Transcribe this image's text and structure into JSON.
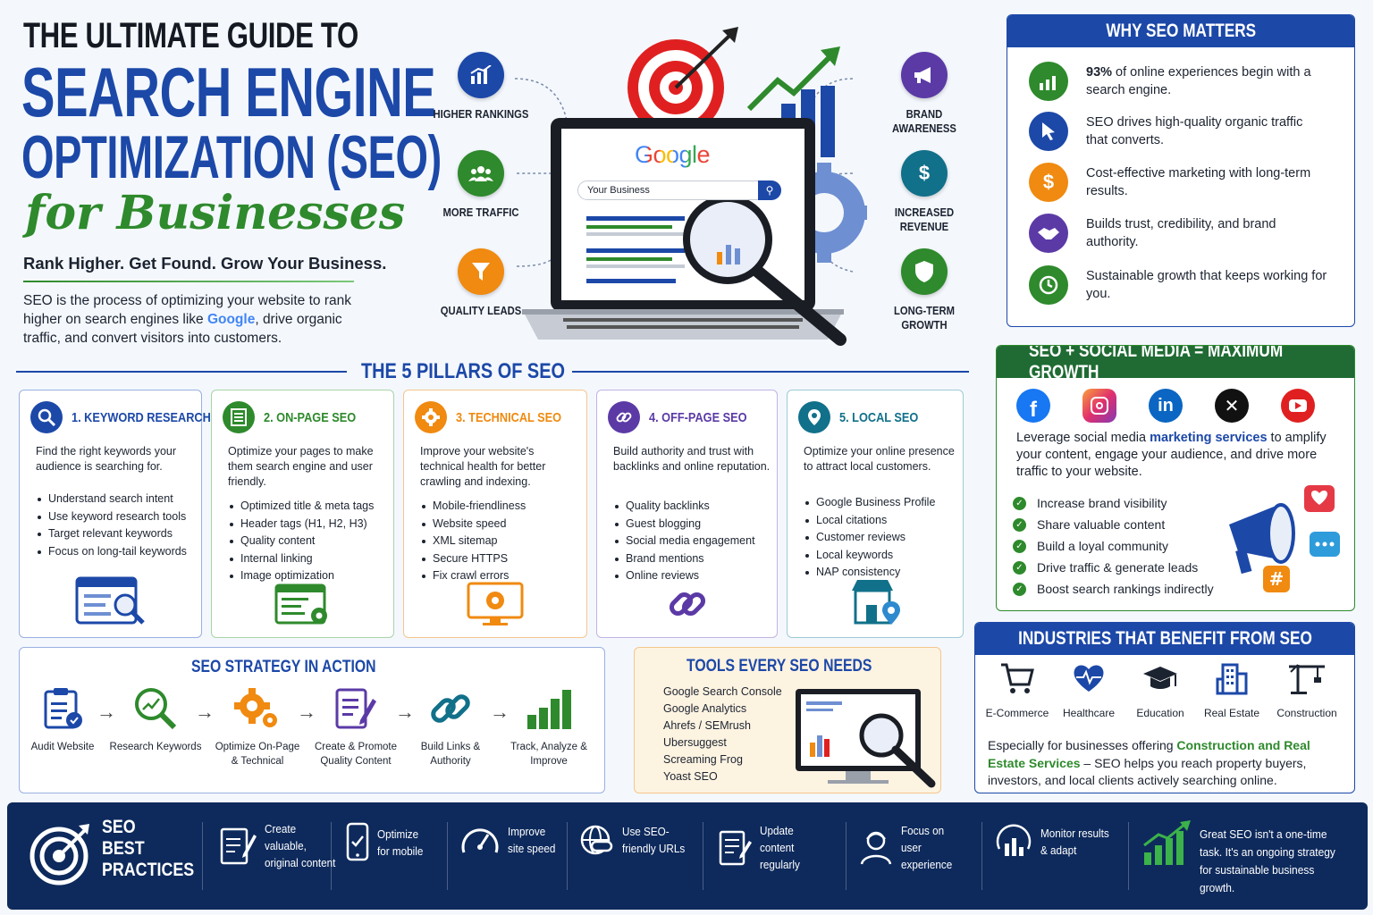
{
  "header": {
    "line1": "THE ULTIMATE GUIDE TO",
    "line2": "SEARCH ENGINE",
    "line3": "OPTIMIZATION (SEO)",
    "line4": "for Businesses",
    "tagline": "Rank Higher. Get Found. Grow Your Business.",
    "intro_before": "SEO is the process of optimizing your website to rank higher on search engines like ",
    "intro_google": "Google",
    "intro_after": ", drive organic traffic, and convert visitors into customers."
  },
  "hero": {
    "search_logo": "Google",
    "search_value": "Your Business",
    "benefits_left": [
      {
        "label": "HIGHER RANKINGS",
        "color": "#1c48a8",
        "icon": "bar-chart-icon"
      },
      {
        "label": "MORE TRAFFIC",
        "color": "#2e8a2c",
        "icon": "people-icon"
      },
      {
        "label": "QUALITY LEADS",
        "color": "#f08a10",
        "icon": "funnel-icon"
      }
    ],
    "benefits_right": [
      {
        "label": "BRAND AWARENESS",
        "color": "#5b3aa6",
        "icon": "megaphone-icon"
      },
      {
        "label": "INCREASED REVENUE",
        "color": "#11708a",
        "icon": "dollar-icon"
      },
      {
        "label": "LONG-TERM GROWTH",
        "color": "#2e8a2c",
        "icon": "shield-icon"
      }
    ]
  },
  "why": {
    "title": "WHY SEO MATTERS",
    "items": [
      {
        "strong": "93%",
        "text": " of online experiences begin with a search engine.",
        "color": "#2e8a2c",
        "icon": "chart-up-icon"
      },
      {
        "strong": "",
        "text": "SEO drives high-quality organic traffic that converts.",
        "color": "#1c48a8",
        "icon": "cursor-icon"
      },
      {
        "strong": "",
        "text": "Cost-effective marketing with long-term results.",
        "color": "#f08a10",
        "icon": "dollar-icon"
      },
      {
        "strong": "",
        "text": "Builds trust, credibility, and brand authority.",
        "color": "#5b3aa6",
        "icon": "handshake-icon"
      },
      {
        "strong": "",
        "text": "Sustainable growth that keeps working for you.",
        "color": "#2e8a2c",
        "icon": "clock-icon"
      }
    ]
  },
  "pillars": {
    "title": "THE 5 PILLARS OF SEO",
    "items": [
      {
        "title": "1. KEYWORD RESEARCH",
        "color": "#1c48a8",
        "desc": "Find the right keywords your audience is searching for.",
        "bullets": [
          "Understand search intent",
          "Use keyword research tools",
          "Target relevant keywords",
          "Focus on long-tail keywords"
        ],
        "icon": "magnifier-icon"
      },
      {
        "title": "2. ON-PAGE SEO",
        "color": "#2e8a2c",
        "desc": "Optimize your pages to make them search engine and user friendly.",
        "bullets": [
          "Optimized title & meta tags",
          "Header tags (H1, H2, H3)",
          "Quality content",
          "Internal linking",
          "Image optimization"
        ],
        "icon": "page-icon"
      },
      {
        "title": "3. TECHNICAL SEO",
        "color": "#f08a10",
        "desc": "Improve your website's technical health for better crawling and indexing.",
        "bullets": [
          "Mobile-friendliness",
          "Website speed",
          "XML sitemap",
          "Secure HTTPS",
          "Fix crawl errors"
        ],
        "icon": "gear-icon"
      },
      {
        "title": "4. OFF-PAGE SEO",
        "color": "#5b3aa6",
        "desc": "Build authority and trust with backlinks and online reputation.",
        "bullets": [
          "Quality backlinks",
          "Guest blogging",
          "Social media engagement",
          "Brand mentions",
          "Online reviews"
        ],
        "icon": "link-icon"
      },
      {
        "title": "5. LOCAL SEO",
        "color": "#11708a",
        "desc": "Optimize your online presence to attract local customers.",
        "bullets": [
          "Google Business Profile",
          "Local citations",
          "Customer reviews",
          "Local keywords",
          "NAP consistency"
        ],
        "icon": "location-icon"
      }
    ]
  },
  "social": {
    "title": "SEO + SOCIAL MEDIA = MAXIMUM GROWTH",
    "text_before": "Leverage social media ",
    "text_link": "marketing services",
    "text_after": " to amplify your content, engage your audience, and drive more traffic to your website.",
    "checks": [
      "Increase brand visibility",
      "Share valuable content",
      "Build a loyal community",
      "Drive traffic & generate leads",
      "Boost search rankings indirectly"
    ]
  },
  "strategy": {
    "title": "SEO STRATEGY IN ACTION",
    "steps": [
      "Audit Website",
      "Research Keywords",
      "Optimize On-Page & Technical",
      "Create & Promote Quality Content",
      "Build Links & Authority",
      "Track, Analyze & Improve"
    ]
  },
  "tools": {
    "title": "TOOLS EVERY SEO NEEDS",
    "items": [
      "Google Search Console",
      "Google Analytics",
      "Ahrefs / SEMrush",
      "Ubersuggest",
      "Screaming Frog",
      "Yoast SEO"
    ]
  },
  "industries": {
    "title": "INDUSTRIES THAT BENEFIT FROM SEO",
    "items": [
      "E-Commerce",
      "Healthcare",
      "Education",
      "Real Estate",
      "Construction"
    ],
    "text_before": "Especially for businesses offering ",
    "text_highlight": "Construction and Real Estate Services",
    "text_after": " – SEO helps you reach property buyers, investors, and local clients actively searching online."
  },
  "footer": {
    "title_1": "SEO",
    "title_2": "BEST",
    "title_3": "PRACTICES",
    "items": [
      "Create valuable, original content",
      "Optimize for mobile",
      "Improve site speed",
      "Use SEO-friendly URLs",
      "Update content regularly",
      "Focus on user experience",
      "Monitor results & adapt"
    ],
    "closing": "Great SEO isn't a one-time task. It's an ongoing strategy for sustainable business growth."
  }
}
